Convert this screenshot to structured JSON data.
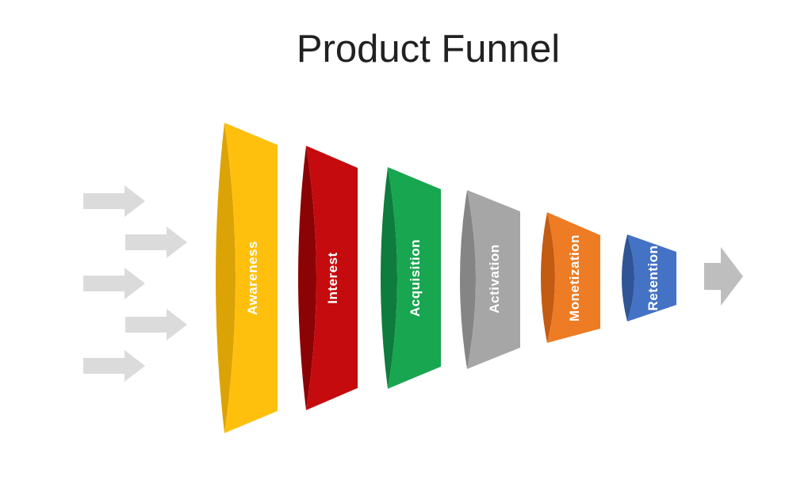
{
  "title": "Product Funnel",
  "title_color": "#212121",
  "background_color": "#FFFFFF",
  "funnel": {
    "label_color": "#FFFFFF",
    "stages": [
      {
        "label": "Awareness",
        "face_color": "#FEC00D",
        "rim_color": "#DCA306"
      },
      {
        "label": "Interest",
        "face_color": "#C50B0D",
        "rim_color": "#8C0305"
      },
      {
        "label": "Acquisition",
        "face_color": "#18A650",
        "rim_color": "#0E7C3C"
      },
      {
        "label": "Activation",
        "face_color": "#A6A6A6",
        "rim_color": "#858585"
      },
      {
        "label": "Monetization",
        "face_color": "#EE7C24",
        "rim_color": "#C45B12"
      },
      {
        "label": "Retention",
        "face_color": "#4472C4",
        "rim_color": "#2F5597"
      }
    ]
  },
  "arrows": {
    "inflow_count": 5,
    "outflow_count": 1,
    "inflow_color": "#DBDBDB",
    "outflow_color": "#BEBEBE"
  }
}
